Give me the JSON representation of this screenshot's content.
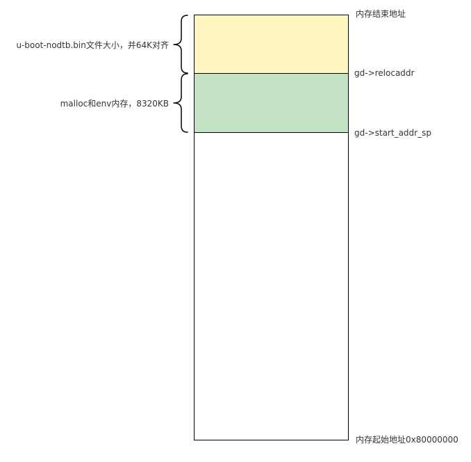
{
  "regions": {
    "uboot": {
      "label": "u-boot-nodtb.bin文件大小，并64K对齐",
      "fill": "#fff6c0"
    },
    "malloc": {
      "label": "malloc和env内存，8320KB",
      "fill": "#c2e2c3"
    },
    "free": {
      "fill": "#ffffff"
    }
  },
  "addresses": {
    "top": "内存结束地址",
    "relocaddr": "gd->relocaddr",
    "start_addr_sp": "gd->start_addr_sp",
    "bottom": "内存起始地址0x80000000"
  },
  "colors": {
    "border": "#000000",
    "text": "#333333",
    "brace": "#000000"
  }
}
